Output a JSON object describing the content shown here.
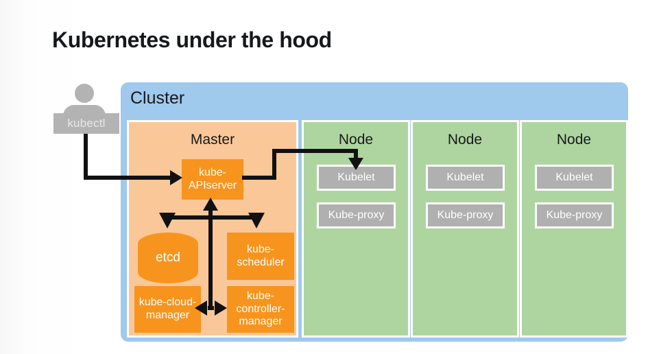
{
  "page": {
    "title": "Kubernetes under the hood",
    "background": "#ffffff"
  },
  "actor": {
    "icon": "person-icon",
    "label": "kubectl",
    "color": "#b3b3b3",
    "label_text_color": "#e8e8e8"
  },
  "cluster": {
    "title": "Cluster",
    "color": "#9fc9ed",
    "master": {
      "title": "Master",
      "color": "#fac898",
      "component_color": "#f7941e",
      "components": [
        {
          "id": "apiserver",
          "label": "kube-APIserver",
          "shape": "rect"
        },
        {
          "id": "etcd",
          "label": "etcd",
          "shape": "cylinder"
        },
        {
          "id": "scheduler",
          "label": "kube-scheduler",
          "shape": "rect"
        },
        {
          "id": "cloud-manager",
          "label": "kube-cloud-manager",
          "shape": "rect"
        },
        {
          "id": "controller-manager",
          "label": "kube-controller-manager",
          "shape": "rect"
        }
      ]
    },
    "nodes": [
      {
        "title": "Node",
        "color": "#aed5a0",
        "component_color": "#b0b0b0",
        "components": [
          {
            "id": "kubelet",
            "label": "Kubelet"
          },
          {
            "id": "kubeproxy",
            "label": "Kube-proxy"
          }
        ]
      },
      {
        "title": "Node",
        "color": "#aed5a0",
        "component_color": "#b0b0b0",
        "components": [
          {
            "id": "kubelet",
            "label": "Kubelet"
          },
          {
            "id": "kubeproxy",
            "label": "Kube-proxy"
          }
        ]
      },
      {
        "title": "Node",
        "color": "#aed5a0",
        "component_color": "#b0b0b0",
        "components": [
          {
            "id": "kubelet",
            "label": "Kubelet"
          },
          {
            "id": "kubeproxy",
            "label": "Kube-proxy"
          }
        ]
      }
    ]
  },
  "connectors": {
    "color": "#111111",
    "edges": [
      {
        "id": "kubectl-to-apiserver",
        "from": "kubectl",
        "to": "kube-APIserver",
        "direction": "one-way"
      },
      {
        "id": "apiserver-to-kubelet",
        "from": "kube-APIserver",
        "to": "Kubelet",
        "direction": "one-way"
      },
      {
        "id": "controller-manager-to-apiserver",
        "from": "kube-controller-manager",
        "to": "kube-APIserver",
        "direction": "one-way"
      },
      {
        "id": "apiserver-to-etcd",
        "from": "kube-APIserver",
        "to": "etcd",
        "direction": "one-way"
      },
      {
        "id": "apiserver-to-scheduler",
        "from": "kube-APIserver",
        "to": "kube-scheduler",
        "direction": "one-way"
      },
      {
        "id": "cloud-manager-controller-manager",
        "from": "kube-cloud-manager",
        "to": "kube-controller-manager",
        "direction": "two-way"
      }
    ]
  }
}
